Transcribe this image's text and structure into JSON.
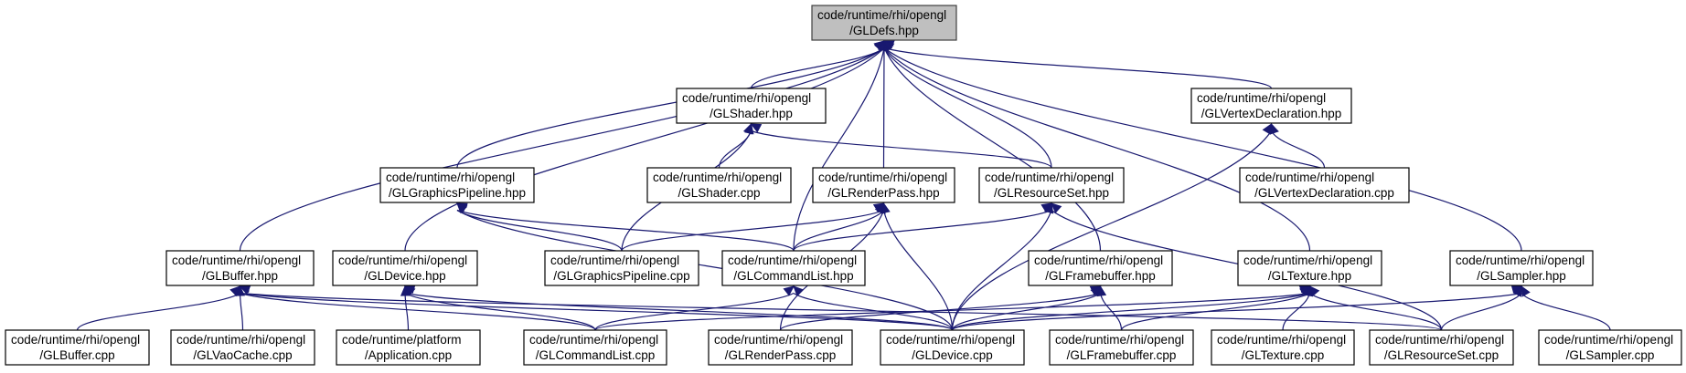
{
  "graph": {
    "root": "defs",
    "edge_color": "#191970",
    "root_fill": "#bfbfbf",
    "nodes": {
      "defs": {
        "line1": "code/runtime/rhi/opengl",
        "line2": "/GLDefs.hpp"
      },
      "shader_h": {
        "line1": "code/runtime/rhi/opengl",
        "line2": "/GLShader.hpp"
      },
      "vertex_h": {
        "line1": "code/runtime/rhi/opengl",
        "line2": "/GLVertexDeclaration.hpp"
      },
      "gpipe_h": {
        "line1": "code/runtime/rhi/opengl",
        "line2": "/GLGraphicsPipeline.hpp"
      },
      "shader_c": {
        "line1": "code/runtime/rhi/opengl",
        "line2": "/GLShader.cpp"
      },
      "rpass_h": {
        "line1": "code/runtime/rhi/opengl",
        "line2": "/GLRenderPass.hpp"
      },
      "rset_h": {
        "line1": "code/runtime/rhi/opengl",
        "line2": "/GLResourceSet.hpp"
      },
      "vertex_c": {
        "line1": "code/runtime/rhi/opengl",
        "line2": "/GLVertexDeclaration.cpp"
      },
      "buffer_h": {
        "line1": "code/runtime/rhi/opengl",
        "line2": "/GLBuffer.hpp"
      },
      "device_h": {
        "line1": "code/runtime/rhi/opengl",
        "line2": "/GLDevice.hpp"
      },
      "gpipe_c": {
        "line1": "code/runtime/rhi/opengl",
        "line2": "/GLGraphicsPipeline.cpp"
      },
      "cmdlist_h": {
        "line1": "code/runtime/rhi/opengl",
        "line2": "/GLCommandList.hpp"
      },
      "fbuf_h": {
        "line1": "code/runtime/rhi/opengl",
        "line2": "/GLFramebuffer.hpp"
      },
      "tex_h": {
        "line1": "code/runtime/rhi/opengl",
        "line2": "/GLTexture.hpp"
      },
      "sampler_h": {
        "line1": "code/runtime/rhi/opengl",
        "line2": "/GLSampler.hpp"
      },
      "buffer_c": {
        "line1": "code/runtime/rhi/opengl",
        "line2": "/GLBuffer.cpp"
      },
      "vao_c": {
        "line1": "code/runtime/rhi/opengl",
        "line2": "/GLVaoCache.cpp"
      },
      "app_c": {
        "line1": "code/runtime/platform",
        "line2": "/Application.cpp"
      },
      "cmdlist_c": {
        "line1": "code/runtime/rhi/opengl",
        "line2": "/GLCommandList.cpp"
      },
      "rpass_c": {
        "line1": "code/runtime/rhi/opengl",
        "line2": "/GLRenderPass.cpp"
      },
      "device_c": {
        "line1": "code/runtime/rhi/opengl",
        "line2": "/GLDevice.cpp"
      },
      "fbuf_c": {
        "line1": "code/runtime/rhi/opengl",
        "line2": "/GLFramebuffer.cpp"
      },
      "tex_c": {
        "line1": "code/runtime/rhi/opengl",
        "line2": "/GLTexture.cpp"
      },
      "rset_c": {
        "line1": "code/runtime/rhi/opengl",
        "line2": "/GLResourceSet.cpp"
      },
      "sampler_c": {
        "line1": "code/runtime/rhi/opengl",
        "line2": "/GLSampler.cpp"
      }
    },
    "edges": [
      [
        "shader_h",
        "defs"
      ],
      [
        "vertex_h",
        "defs"
      ],
      [
        "gpipe_h",
        "defs"
      ],
      [
        "rpass_h",
        "defs"
      ],
      [
        "rset_h",
        "defs"
      ],
      [
        "buffer_h",
        "defs"
      ],
      [
        "device_h",
        "defs"
      ],
      [
        "cmdlist_h",
        "defs"
      ],
      [
        "fbuf_h",
        "defs"
      ],
      [
        "tex_h",
        "defs"
      ],
      [
        "sampler_h",
        "defs"
      ],
      [
        "shader_c",
        "shader_h"
      ],
      [
        "gpipe_c",
        "shader_h"
      ],
      [
        "rset_h",
        "shader_h"
      ],
      [
        "vertex_c",
        "vertex_h"
      ],
      [
        "device_c",
        "vertex_h"
      ],
      [
        "gpipe_c",
        "gpipe_h"
      ],
      [
        "cmdlist_h",
        "gpipe_h"
      ],
      [
        "device_c",
        "gpipe_h"
      ],
      [
        "gpipe_c",
        "rpass_h"
      ],
      [
        "cmdlist_h",
        "rpass_h"
      ],
      [
        "rpass_c",
        "rpass_h"
      ],
      [
        "device_c",
        "rpass_h"
      ],
      [
        "cmdlist_h",
        "rset_h"
      ],
      [
        "device_c",
        "rset_h"
      ],
      [
        "rset_c",
        "rset_h"
      ],
      [
        "buffer_c",
        "buffer_h"
      ],
      [
        "vao_c",
        "buffer_h"
      ],
      [
        "cmdlist_c",
        "buffer_h"
      ],
      [
        "device_c",
        "buffer_h"
      ],
      [
        "rset_c",
        "buffer_h"
      ],
      [
        "app_c",
        "device_h"
      ],
      [
        "cmdlist_c",
        "device_h"
      ],
      [
        "device_c",
        "device_h"
      ],
      [
        "cmdlist_c",
        "cmdlist_h"
      ],
      [
        "device_c",
        "cmdlist_h"
      ],
      [
        "rpass_c",
        "fbuf_h"
      ],
      [
        "device_c",
        "fbuf_h"
      ],
      [
        "fbuf_c",
        "fbuf_h"
      ],
      [
        "tex_c",
        "tex_h"
      ],
      [
        "cmdlist_c",
        "tex_h"
      ],
      [
        "device_c",
        "tex_h"
      ],
      [
        "fbuf_c",
        "tex_h"
      ],
      [
        "rset_c",
        "tex_h"
      ],
      [
        "sampler_c",
        "sampler_h"
      ],
      [
        "rset_c",
        "sampler_h"
      ],
      [
        "device_c",
        "sampler_h"
      ]
    ]
  }
}
